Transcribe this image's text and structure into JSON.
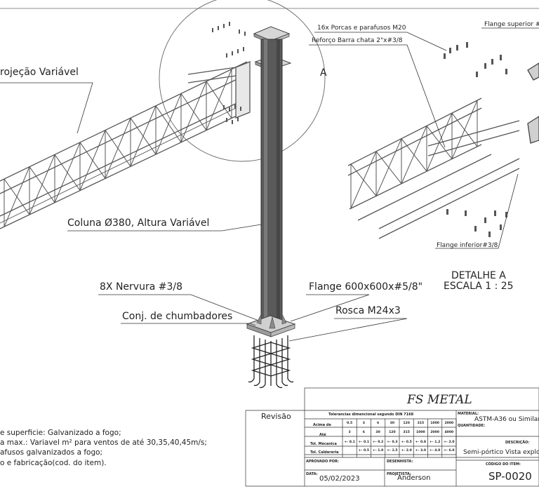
{
  "labels": {
    "projection": "rojeção Variável",
    "column": "Coluna Ø380, Altura Variável",
    "ribs": "8X Nervura #3/8",
    "anchors": "Conj. de chumbadores",
    "flange_base": "Flange 600x600x#5/8\"",
    "thread": "Rosca M24x3",
    "detail_marker": "A",
    "nuts_bolts": "16x Porcas e parafusos M20",
    "reinforcement": "Reforço Barra chata 2\"x#3/8",
    "flange_top": "Flange superior #",
    "flange_bottom": "Flange inferior#3/8",
    "detail_title": "DETALHE A",
    "detail_scale": "ESCALA 1 : 25"
  },
  "notes": [
    "e superficie: Galvanizado a fogo;",
    "a max.: Variavel m² para ventos de até 30,35,40,45m/s;",
    "afusos galvanizados a fogo;",
    "o e fabricação(cod. do item)."
  ],
  "title_block": {
    "company": "FS METAL",
    "revision_label": "Revisão",
    "tolerance_title": "Tolerancias dimencional segundo DIN 7168",
    "row_above": "Acima de",
    "row_until": "Até",
    "row_mech": "Tol. Mécanica",
    "row_boiler": "Tol. Caldereria",
    "above_values": [
      "0.5",
      "3",
      "6",
      "30",
      "120",
      "315",
      "1000",
      "2000"
    ],
    "until_values": [
      "3",
      "6",
      "30",
      "120",
      "315",
      "1000",
      "2000",
      "4000"
    ],
    "mech_values": [
      "+- 0.1",
      "+- 0.1",
      "+- 0.2",
      "+- 0.3",
      "+- 0.5",
      "+- 0.8",
      "+- 1.2",
      "+- 2.0"
    ],
    "boiler_values": [
      "",
      "+- 0.5",
      "+- 1.0",
      "+- 1.5",
      "+- 2.0",
      "+- 3.0",
      "+- 4.0",
      "+- 6.0"
    ],
    "approved_label": "APROVADO POR:",
    "drawn_label": "DESENHISTA:",
    "date_label": "DATA:",
    "date_value": "05/02/2023",
    "project_label": "PROJETISTA:",
    "project_value": "Anderson",
    "material_label": "MATERIAL:",
    "material_value": "ASTM-A36 ou Similar",
    "quantity_label": "QUANTIDADE:",
    "description_label": "DESCRIÇÃO:",
    "description_value": "Semi-pórtico Vista explo",
    "code_label": "CÓDIGO DO ITEM:",
    "code_value": "SP-0020"
  },
  "colors": {
    "line": "#333333",
    "steel": "#5b5b5b",
    "steel_light": "#9a9a9a"
  }
}
